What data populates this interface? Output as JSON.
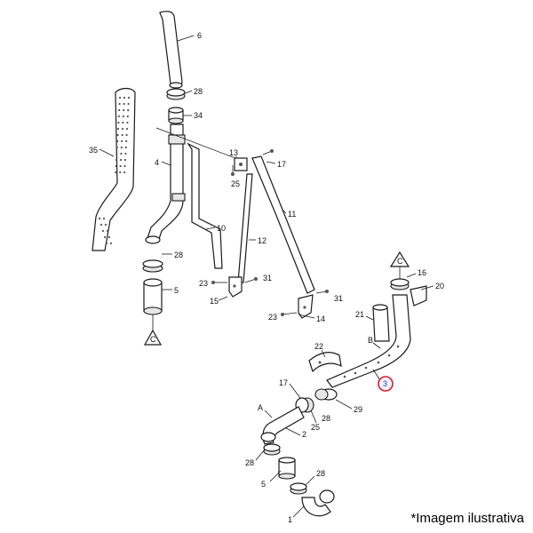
{
  "labels": {
    "p6": "6",
    "p28_top": "28",
    "p34": "34",
    "p35": "35",
    "p4": "4",
    "p13": "13",
    "p17_top": "17",
    "p25_top": "25",
    "p11": "11",
    "p10": "10",
    "p12": "12",
    "p28_mid": "28",
    "p5_mid": "5",
    "p23_a": "23",
    "p31_a": "31",
    "p15": "15",
    "p31_b": "31",
    "p23_b": "23",
    "p14": "14",
    "p16": "16",
    "p20": "20",
    "p21": "21",
    "pB": "B",
    "p22": "22",
    "p3": "3",
    "p17_low": "17",
    "pA": "A",
    "p25_low": "25",
    "p28_low": "28",
    "p29": "29",
    "p2": "2",
    "p28_b": "28",
    "p5_low": "5",
    "p28_c": "28",
    "p1": "1",
    "marker_c_left": "C",
    "marker_c_right": "C"
  },
  "highlight": {
    "label": "3",
    "ring_color": "#d21f2d",
    "text_color": "#1f3fbf"
  },
  "footnote": "*Imagem ilustrativa"
}
